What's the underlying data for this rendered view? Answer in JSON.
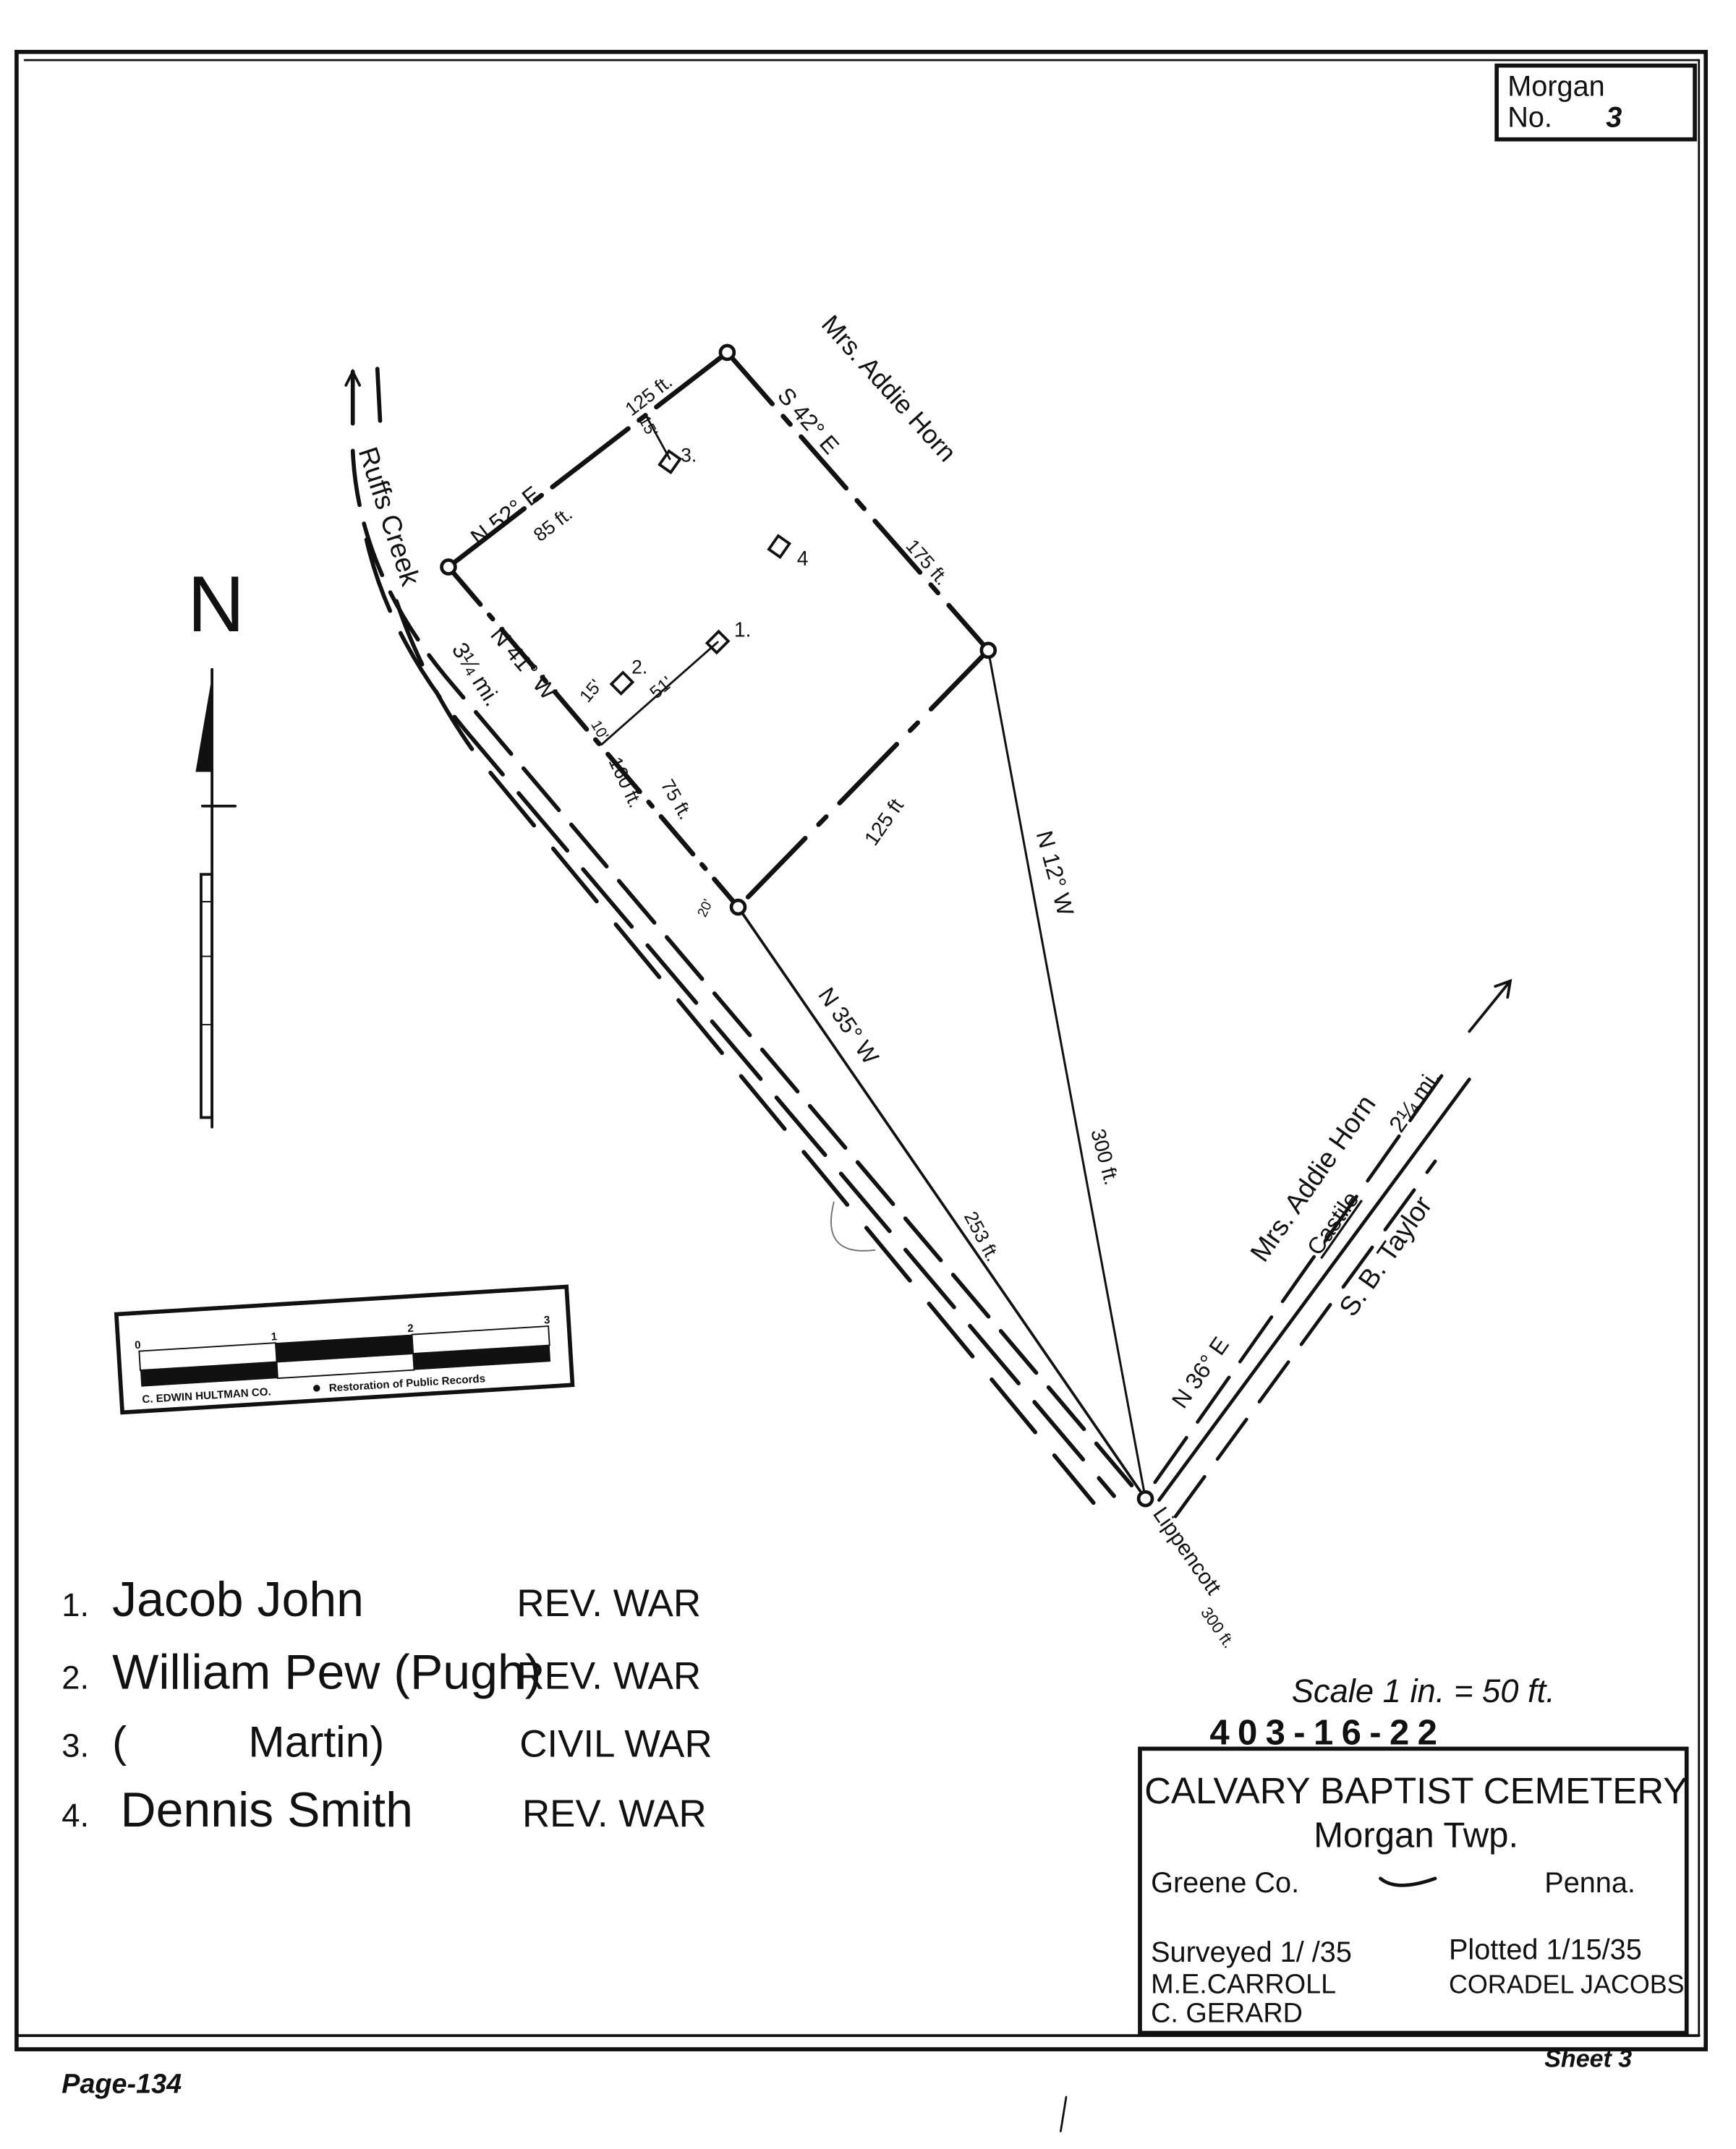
{
  "sheet_box": {
    "line1": "Morgan",
    "line2": "No.",
    "number": "3"
  },
  "plot": {
    "north_label": "N",
    "creek_label": "Ruffs Creek",
    "creek_distance": "3¼ mi.",
    "line_nw_bearing": "N 52° E",
    "line_nw_length": "85 ft.",
    "line_nw_length2": "125 ft.",
    "line_ne_bearing": "S 42° E",
    "line_ne_length": "175 ft.",
    "line_se_length": "125 ft",
    "line_sw_bearing": "N 41° W",
    "line_sw_length1": "75 ft.",
    "line_sw_length2": "160 ft.",
    "line_sw_offset": "10'",
    "line_lower_bearing": "N 35° W",
    "line_lower_length": "253 ft.",
    "line_lower_offset": "20'",
    "line_right_bearing": "N 12° W",
    "line_right_length": "300 ft.",
    "grave_offsets": {
      "g3": "15'",
      "g2": "15'",
      "g1": "51'"
    },
    "grave_labels": [
      "1.",
      "2.",
      "3.",
      "4"
    ],
    "neighbor_top": "Mrs. Addie Horn",
    "neighbor_right": "Mrs. Addie Horn",
    "road_bearing": "N 36° E",
    "road_name": "Castile",
    "road_distance": "2¼ mi.",
    "neighbor_road": "S. B. Taylor",
    "lippencott_label": "Lippencott",
    "lippencott_distance": "300 ft."
  },
  "ruler": {
    "ticks": [
      "0",
      "1",
      "2",
      "3"
    ],
    "caption_left": "C. EDWIN HULTMAN CO.",
    "caption_right": "Restoration of Public Records"
  },
  "legend": [
    {
      "num": "1.",
      "name": "Jacob John",
      "war": "REV. WAR"
    },
    {
      "num": "2.",
      "name": "William Pew (Pugh)",
      "war": "REV. WAR"
    },
    {
      "num": "3.",
      "name": "(          Martin)",
      "war": "CIVIL WAR"
    },
    {
      "num": "4.",
      "name": "Dennis Smith",
      "war": "REV. WAR"
    }
  ],
  "scale": "Scale  1 in. = 50 ft.",
  "record_number": "403-16-22",
  "title_block": {
    "title": "CALVARY BAPTIST CEMETERY",
    "township": "Morgan Twp.",
    "county": "Greene Co.",
    "state": "Penna.",
    "surveyed": "Surveyed 1/ /35",
    "surveyors": [
      "M.E.CARROLL",
      "C. GERARD"
    ],
    "plotted": "Plotted 1/15/35",
    "plotter": "CORADEL JACOBS"
  },
  "footer": {
    "page": "Page-134",
    "sheet": "Sheet 3"
  }
}
